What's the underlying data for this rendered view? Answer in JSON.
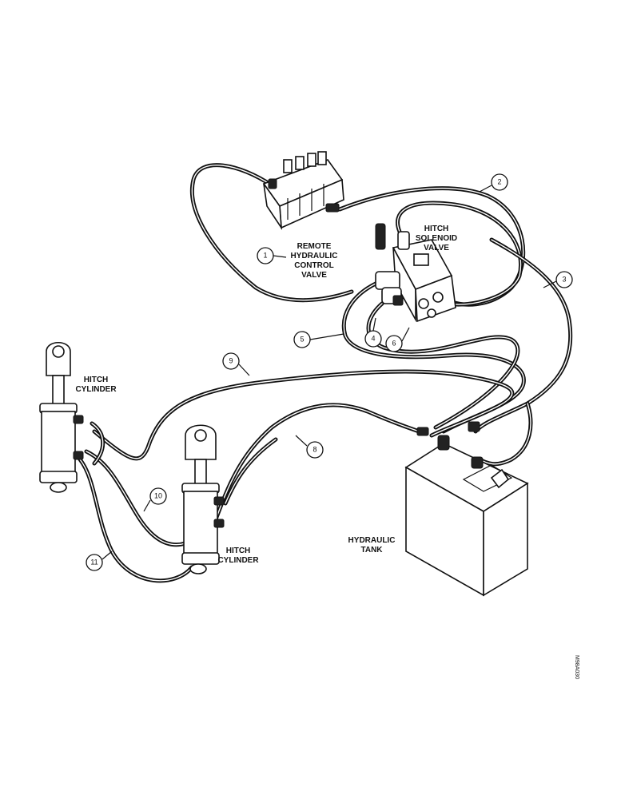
{
  "labels": {
    "remote_valve": [
      "REMOTE",
      "HYDRAULIC",
      "CONTROL",
      "VALVE"
    ],
    "solenoid_valve": [
      "HITCH",
      "SOLENOID",
      "VALVE"
    ],
    "hitch_cylinder_left": [
      "HITCH",
      "CYLINDER"
    ],
    "hitch_cylinder_right": [
      "HITCH",
      "CYLINDER"
    ],
    "hydraulic_tank": [
      "HYDRAULIC",
      "TANK"
    ],
    "figure_id": "M98A030"
  },
  "callouts": {
    "c1": "1",
    "c2": "2",
    "c3": "3",
    "c4": "4",
    "c5": "5",
    "c6": "6",
    "c8": "8",
    "c9": "9",
    "c10": "10",
    "c11": "11"
  }
}
